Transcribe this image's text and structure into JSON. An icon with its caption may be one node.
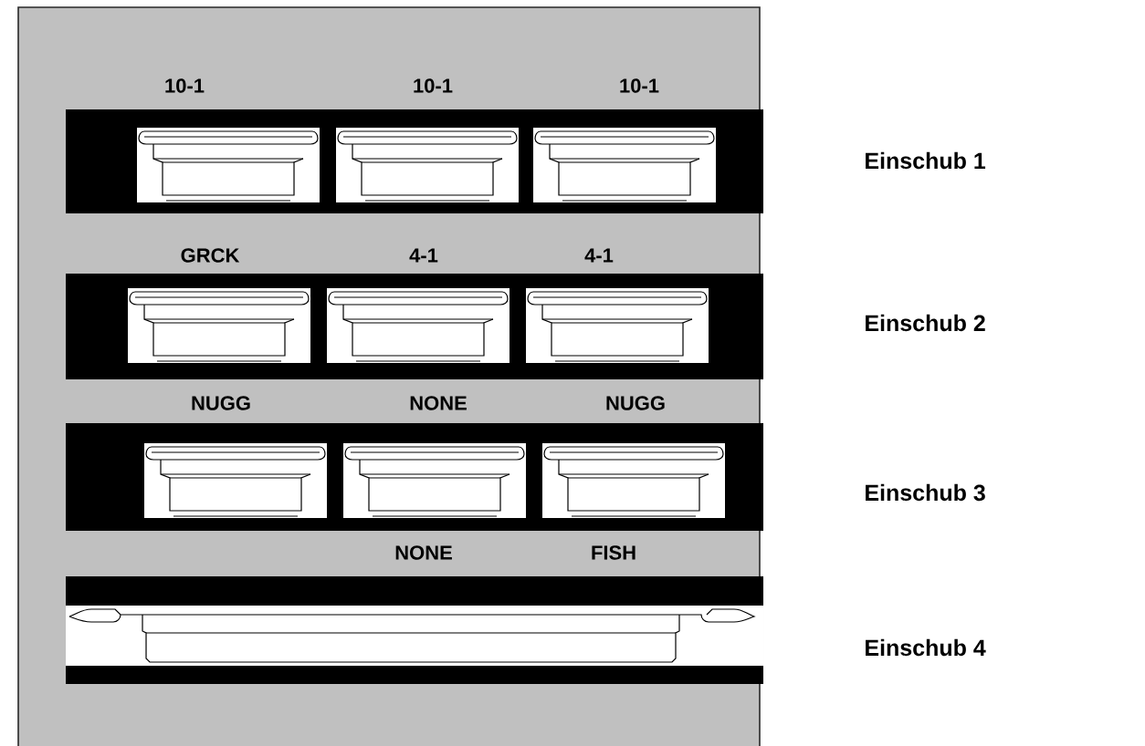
{
  "diagram": {
    "labels": [
      "10-1",
      "10-1",
      "10-1",
      "Einschub 1",
      "GRCK",
      "4-1",
      "4-1",
      "Einschub 2",
      "NUGG",
      "NONE",
      "NUGG",
      "Einschub 3",
      "NONE",
      "FISH",
      "Einschub 4"
    ]
  }
}
